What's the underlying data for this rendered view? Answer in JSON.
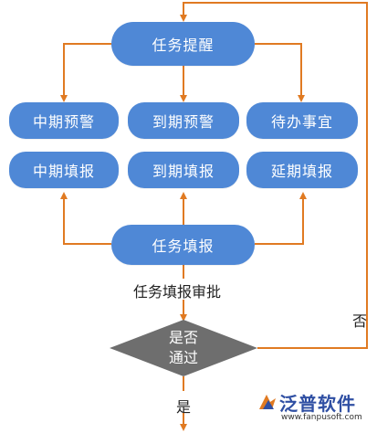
{
  "nodes": {
    "reminder": "任务提醒",
    "mid_warning": "中期预警",
    "due_warning": "到期预警",
    "todo": "待办事宜",
    "mid_report": "中期填报",
    "due_report": "到期填报",
    "delay_report": "延期填报",
    "task_report": "任务填报"
  },
  "labels": {
    "approval": "任务填报审批",
    "decision_line1": "是否",
    "decision_line2": "通过",
    "no": "否",
    "yes": "是"
  },
  "brand": {
    "name": "泛普软件",
    "url": "www.fanpusoft.com"
  },
  "colors": {
    "node_fill": "#4f88d6",
    "arrow": "#e07a22",
    "decision_fill": "#6e6e6e"
  }
}
